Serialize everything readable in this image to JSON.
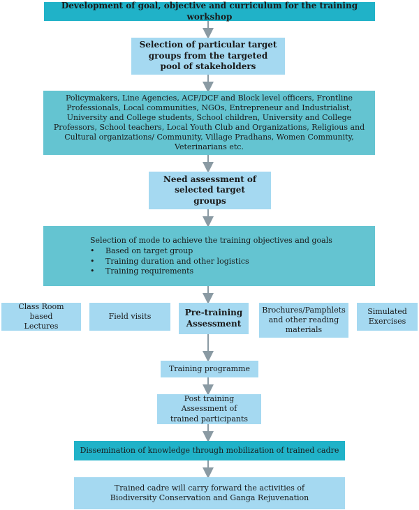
{
  "steps": {
    "goal": "Development of goal, objective and curriculum for the training workshop",
    "selection": "Selection of particular target groups from the targeted pool of stakeholders",
    "stakeholders": "Policymakers, Line Agencies, ACF/DCF and Block level officers, Frontline Professionals, Local communities, NGOs, Entrepreneur and Industrialist, University and College students, School children, University and College Professors, School teachers, Local Youth Club and Organizations, Religious and Cultural organizations/ Community, Village Pradhans, Women Community, Veterinarians etc.",
    "need_assessment": "Need assessment of selected target groups",
    "mode": {
      "title": "Selection of mode to achieve the training objectives and goals",
      "bullets": [
        "Based on target group",
        "Training duration and other logistics",
        "Training requirements"
      ]
    },
    "methods": {
      "classroom": "Class Room based Lectures",
      "field": "Field visits",
      "pre_training": "Pre-training Assessment",
      "brochures": "Brochures/Pamphlets and other reading materials",
      "simulated": "Simulated Exercises"
    },
    "programme": "Training programme",
    "post_assessment": "Post training Assessment of trained participants",
    "dissemination": "Dissemination of knowledge through mobilization of trained cadre",
    "outcome": "Trained cadre will carry forward the activities of Biodiversity Conservation and Ganga Rejuvenation"
  },
  "colors": {
    "dark_teal": "#20b2c8",
    "teal": "#64c4d1",
    "light_blue": "#a5d9f1",
    "arrow": "#8a9aa3"
  }
}
